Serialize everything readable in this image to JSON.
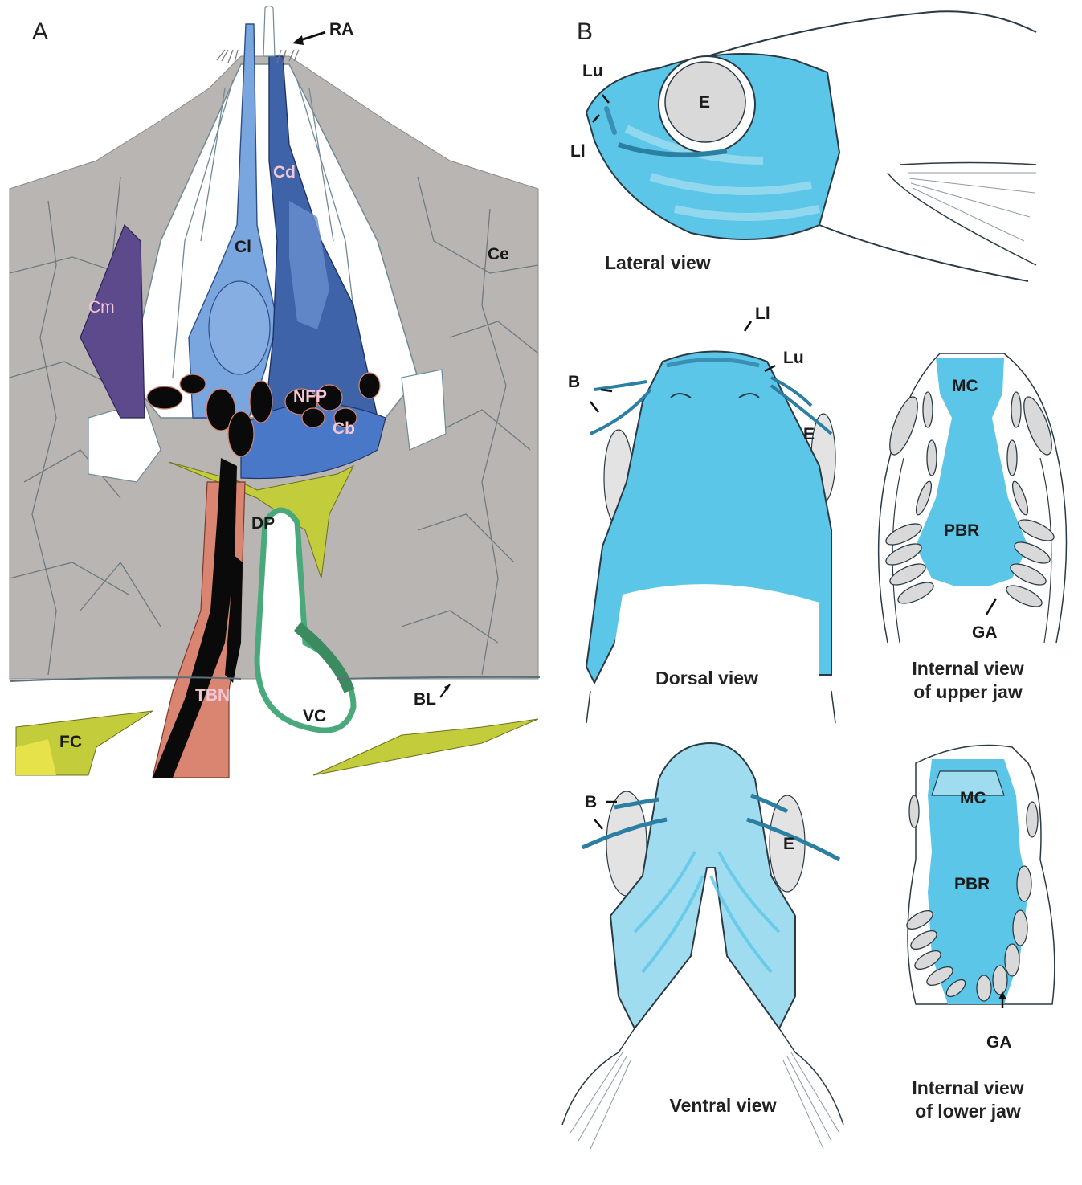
{
  "panel_a": {
    "letter": "A",
    "labels": {
      "ra": "RA",
      "cd": "Cd",
      "cl": "Cl",
      "ce": "Ce",
      "cm": "Cm",
      "nfp": "NFP",
      "cb": "Cb",
      "dp": "DP",
      "tbn": "TBN",
      "vc": "VC",
      "bl": "BL",
      "fc": "FC"
    },
    "colors": {
      "epithelium_gray": "#b8b5b2",
      "cell_light_blue": "#7aa6e0",
      "cell_dark_blue": "#3f63a8",
      "cell_basal_blue": "#4a78c9",
      "cell_purple": "#5c4a8c",
      "nerve_black": "#0a0a0a",
      "nerve_sheath_salmon": "#d98572",
      "vessel_green": "#4aa97a",
      "fibroblast_yellow_green": "#c3cc3a",
      "connective_white": "#ffffff"
    }
  },
  "panel_b": {
    "letter": "B",
    "lateral": {
      "caption": "Lateral view",
      "labels": {
        "lu": "Lu",
        "ll": "Ll",
        "e": "E"
      }
    },
    "dorsal": {
      "caption": "Dorsal view",
      "labels": {
        "ll": "Ll",
        "lu": "Lu",
        "b": "B",
        "e": "E"
      }
    },
    "upper_jaw": {
      "caption_line1": "Internal view",
      "caption_line2": "of upper jaw",
      "labels": {
        "mc": "MC",
        "pbr": "PBR",
        "ga": "GA"
      }
    },
    "ventral": {
      "caption": "Ventral view",
      "labels": {
        "b": "B",
        "e": "E"
      }
    },
    "lower_jaw": {
      "caption_line1": "Internal view",
      "caption_line2": "of lower jaw",
      "labels": {
        "mc": "MC",
        "pbr": "PBR",
        "ga": "GA"
      }
    },
    "colors": {
      "taste_field_blue": "#5cc6e8",
      "taste_field_light": "#9fdcef",
      "eye_gray": "#d9d9d9",
      "outline": "#2a3a44"
    }
  }
}
